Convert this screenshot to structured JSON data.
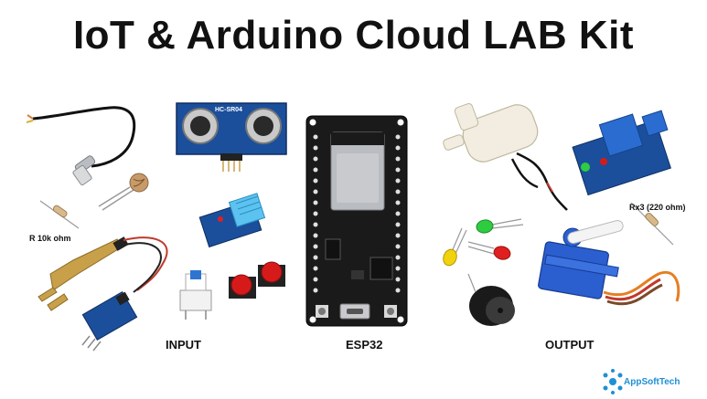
{
  "title": "IoT & Arduino Cloud LAB Kit",
  "labels": {
    "input": "INPUT",
    "esp32": "ESP32",
    "output": "OUTPUT",
    "resistor_left": "R 10k ohm",
    "resistor_right": "Rx3 (220 ohm)",
    "ultrasonic_chip": "HC-SR04",
    "logo": "AppSoftTech"
  },
  "colors": {
    "board": "#1a1a1a",
    "module_blue": "#1b4f9c",
    "logo": "#1f8fd6",
    "button_red": "#d61a1a",
    "led_green": "#2ecc40",
    "led_red": "#e02020",
    "led_yellow": "#f1d20f"
  }
}
